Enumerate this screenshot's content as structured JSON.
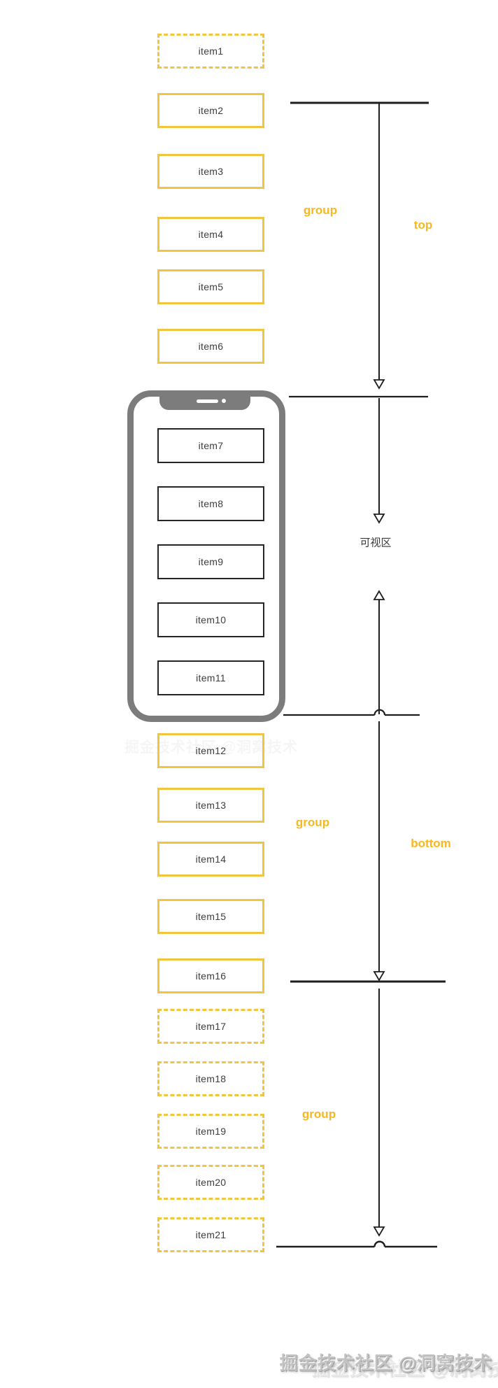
{
  "items": [
    {
      "label": "item1",
      "state": "placeholder"
    },
    {
      "label": "item2",
      "state": "rendered"
    },
    {
      "label": "item3",
      "state": "rendered"
    },
    {
      "label": "item4",
      "state": "rendered"
    },
    {
      "label": "item5",
      "state": "rendered"
    },
    {
      "label": "item6",
      "state": "rendered"
    },
    {
      "label": "item7",
      "state": "visible"
    },
    {
      "label": "item8",
      "state": "visible"
    },
    {
      "label": "item9",
      "state": "visible"
    },
    {
      "label": "item10",
      "state": "visible"
    },
    {
      "label": "item11",
      "state": "visible"
    },
    {
      "label": "item12",
      "state": "rendered"
    },
    {
      "label": "item13",
      "state": "rendered"
    },
    {
      "label": "item14",
      "state": "rendered"
    },
    {
      "label": "item15",
      "state": "rendered"
    },
    {
      "label": "item16",
      "state": "rendered"
    },
    {
      "label": "item17",
      "state": "placeholder"
    },
    {
      "label": "item18",
      "state": "placeholder"
    },
    {
      "label": "item19",
      "state": "placeholder"
    },
    {
      "label": "item20",
      "state": "placeholder"
    },
    {
      "label": "item21",
      "state": "placeholder"
    }
  ],
  "annotations": {
    "group_top": "group",
    "top": "top",
    "viewport": "可视区",
    "group_middle": "group",
    "bottom": "bottom",
    "group_bottom": "group"
  },
  "watermark": {
    "text": "掘金技术社区 @洞窝技术"
  },
  "colors": {
    "box_border_yellow": "#F2C53F",
    "label_yellow": "#F6B822",
    "line_ink": "#1E1E1E",
    "phone_gray": "#7C7C7C",
    "item_text": "#3D3D3D",
    "watermark_gray": "#C2C2C2"
  }
}
